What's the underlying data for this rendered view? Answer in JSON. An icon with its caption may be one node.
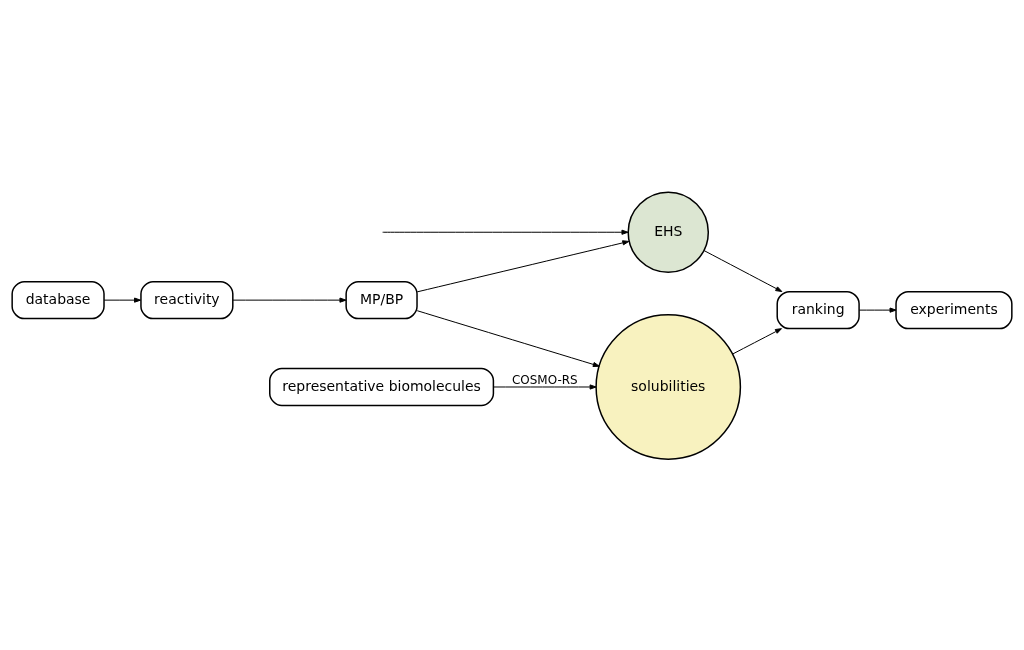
{
  "diagram": {
    "nodes": [
      {
        "text": [
          "database"
        ]
      },
      {
        "text": [
          "reactivity"
        ]
      },
      {
        "text": [
          "MP/BP"
        ]
      },
      {
        "text": [
          "EHS"
        ]
      },
      {
        "text": [
          "solubilities"
        ]
      },
      {
        "text": [
          "ranking"
        ]
      },
      {
        "text": [
          "experiments"
        ]
      },
      {
        "text": [
          "representative biomolecules"
        ]
      }
    ],
    "edges": [
      {
        "from": 0,
        "to": 1,
        "arrow": "to"
      },
      {
        "from": 1,
        "to": 2,
        "arrow": "to"
      },
      {
        "from": 2,
        "to": 3,
        "arrow": "to"
      },
      {
        "from": 2,
        "to": 4,
        "arrow": "to"
      },
      {
        "from": null,
        "to": 3,
        "arrow": "to"
      },
      {
        "from": 3,
        "to": 5,
        "arrow": "to"
      },
      {
        "from": 4,
        "to": 5,
        "arrow": "to"
      },
      {
        "from": 5,
        "to": 6,
        "arrow": "to"
      },
      {
        "from": 7,
        "to": 4,
        "arrow": "to",
        "label": "COSMO-RS"
      }
    ]
  }
}
